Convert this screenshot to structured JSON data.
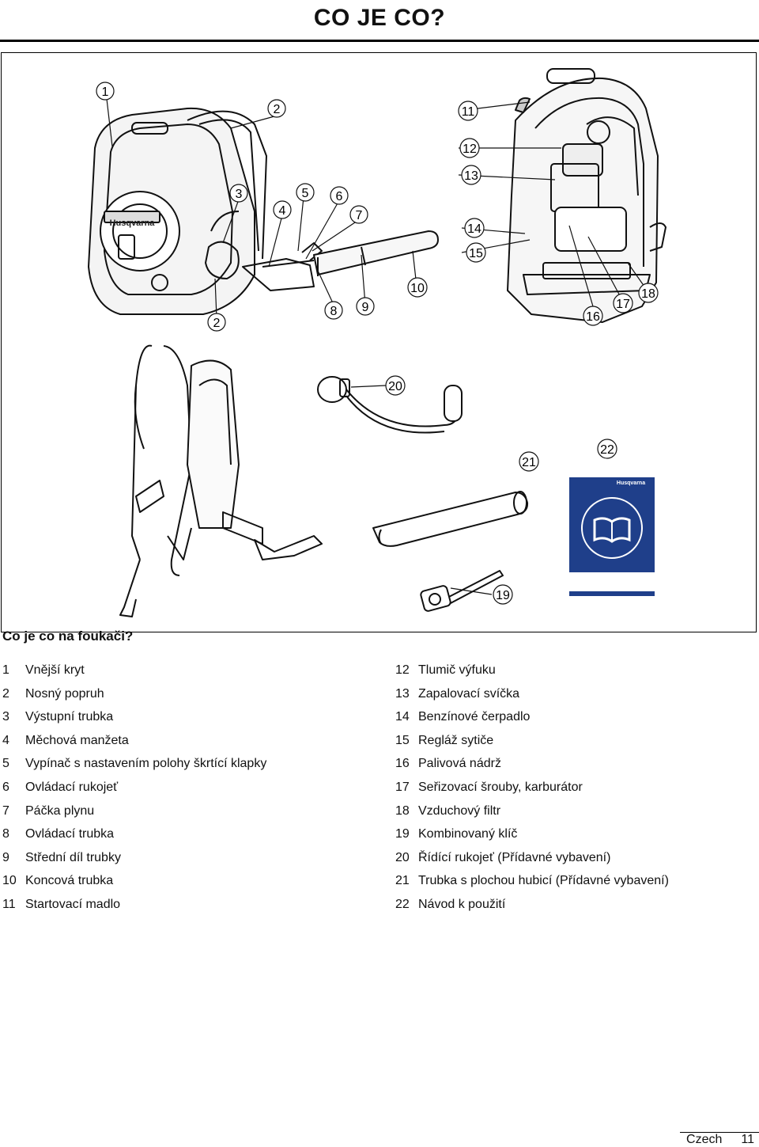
{
  "header": {
    "title": "CO JE CO?"
  },
  "section": {
    "heading": "Co je co na foukači?"
  },
  "figure": {
    "callouts": [
      "1",
      "2",
      "3",
      "4",
      "5",
      "6",
      "7",
      "8",
      "9",
      "10",
      "11",
      "12",
      "13",
      "14",
      "15",
      "16",
      "17",
      "18",
      "19",
      "20",
      "21",
      "22"
    ],
    "brand_text": "Husqvarna"
  },
  "parts_left": [
    {
      "num": "1",
      "label": "Vnější kryt"
    },
    {
      "num": "2",
      "label": "Nosný popruh"
    },
    {
      "num": "3",
      "label": "Výstupní trubka"
    },
    {
      "num": "4",
      "label": "Měchová manžeta"
    },
    {
      "num": "5",
      "label": "Vypínač s nastavením polohy škrtící klapky"
    },
    {
      "num": "6",
      "label": "Ovládací rukojeť"
    },
    {
      "num": "7",
      "label": "Páčka plynu"
    },
    {
      "num": "8",
      "label": "Ovládací trubka"
    },
    {
      "num": "9",
      "label": "Střední díl trubky"
    },
    {
      "num": "10",
      "label": "Koncová trubka"
    },
    {
      "num": "11",
      "label": "Startovací madlo"
    }
  ],
  "parts_right": [
    {
      "num": "12",
      "label": "Tlumič výfuku"
    },
    {
      "num": "13",
      "label": "Zapalovací svíčka"
    },
    {
      "num": "14",
      "label": "Benzínové čerpadlo"
    },
    {
      "num": "15",
      "label": "Regláž sytiče"
    },
    {
      "num": "16",
      "label": "Palivová nádrž"
    },
    {
      "num": "17",
      "label": "Seřizovací šrouby, karburátor"
    },
    {
      "num": "18",
      "label": "Vzduchový filtr"
    },
    {
      "num": "19",
      "label": "Kombinovaný klíč"
    },
    {
      "num": "20",
      "label": "Řídící rukojeť (Přídavné vybavení)"
    },
    {
      "num": "21",
      "label": "Trubka s plochou hubicí (Přídavné vybavení)"
    },
    {
      "num": "22",
      "label": "Návod k použití"
    }
  ],
  "footer": {
    "language": "Czech",
    "page": "11"
  }
}
